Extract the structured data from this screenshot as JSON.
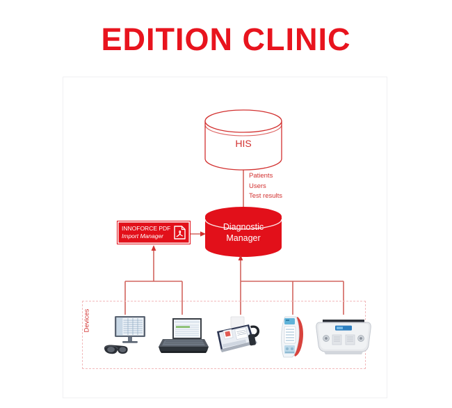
{
  "page": {
    "title": "EDITION CLINIC",
    "background_color": "#ffffff",
    "accent_color": "#e8141e",
    "frame_border_color": "#f0f0f2"
  },
  "diagram": {
    "type": "system-architecture-flow",
    "nodes": {
      "his": {
        "label": "HIS",
        "shape": "cylinder",
        "fill": "#ffffff",
        "stroke": "#d2302f",
        "text_color": "#d2302f"
      },
      "diagnostic_manager": {
        "label_line1": "Diagnostic",
        "label_line2": "Manager",
        "shape": "cylinder",
        "fill": "#e2101a",
        "stroke": "#e2101a",
        "text_color": "#ffffff"
      },
      "pdf_import": {
        "label_line1": "INNOFORCE PDF",
        "label_line2": "Import Manager",
        "shape": "rectangle",
        "fill": "#e2101a",
        "text_color": "#ffffff",
        "icon": "pdf-document-icon"
      }
    },
    "connector_labels": [
      "Patients",
      "Users",
      "Test results"
    ],
    "devices_group": {
      "label": "Devices",
      "border_style": "dashed",
      "border_color": "#f2b9bb",
      "label_color": "#d2302f",
      "items": [
        {
          "name": "vng-goggles-workstation",
          "caption": ""
        },
        {
          "name": "laptop-workstation",
          "caption": ""
        },
        {
          "name": "audiometer-tablet",
          "caption": ""
        },
        {
          "name": "handheld-tympanometer",
          "caption": ""
        },
        {
          "name": "posturography-platform",
          "caption": ""
        }
      ]
    },
    "line_color": "#d2645e"
  }
}
